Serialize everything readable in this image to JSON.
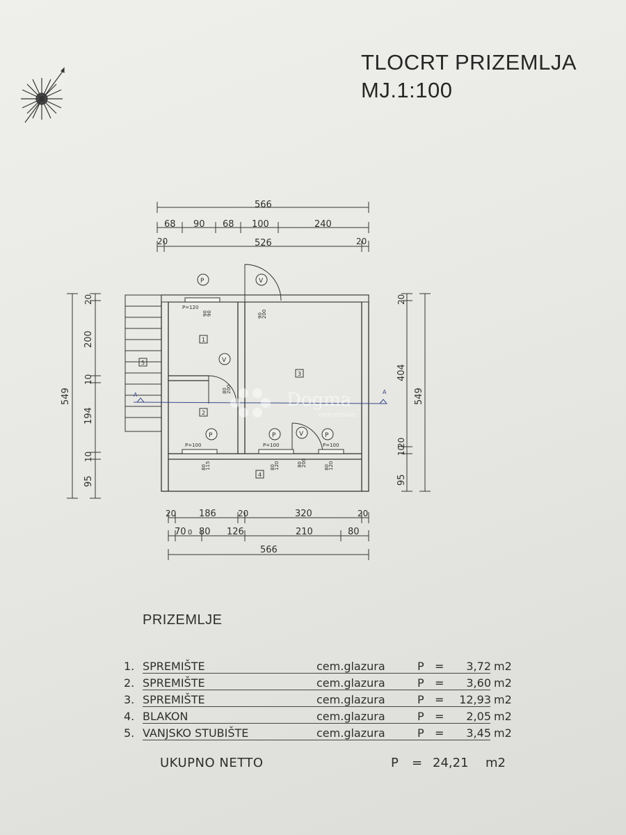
{
  "title": {
    "line1": "TLOCRT PRIZEMLJA",
    "line2": "MJ.1:100"
  },
  "watermark": {
    "brand": "Dogma",
    "sub": "nekretnine"
  },
  "plan": {
    "top_dims": {
      "overall": "566",
      "row2": [
        "68",
        "90",
        "68",
        "100",
        "240"
      ],
      "row3": [
        "20",
        "526",
        "20"
      ]
    },
    "bottom_dims": {
      "row1": [
        "20",
        "186",
        "20",
        "320",
        "20"
      ],
      "row2": [
        "70",
        "0",
        "80",
        "126",
        "210",
        "80"
      ],
      "overall": "566"
    },
    "left_dims": {
      "overall": "549",
      "parts": [
        "20",
        "200",
        "10",
        "194",
        "10",
        "95"
      ]
    },
    "right_dims": {
      "overall": "549",
      "parts": [
        "20",
        "404",
        "10",
        "20",
        "95"
      ]
    },
    "room_tags": [
      "1",
      "2",
      "3",
      "4",
      "5"
    ],
    "section_marker": "A",
    "window_labels": [
      "P=120",
      "P=100",
      "P=100",
      "P=100"
    ],
    "opening_tags": {
      "p": "P",
      "v": "V"
    },
    "opening_sizes": {
      "d1": [
        "90",
        "200"
      ],
      "d2": [
        "80",
        "200"
      ],
      "d3": [
        "80",
        "200"
      ],
      "w1": [
        "80",
        "115"
      ],
      "w2": [
        "80",
        "120"
      ],
      "w3": [
        "80",
        "120"
      ],
      "w4": [
        "90",
        "90"
      ]
    }
  },
  "legend": {
    "heading": "PRIZEMLJE",
    "rooms": [
      {
        "num": "1.",
        "name": "SPREMIŠTE",
        "material": "cem.glazura",
        "p": "P",
        "eq": "=",
        "value": "3,72",
        "unit": "m2"
      },
      {
        "num": "2.",
        "name": "SPREMIŠTE",
        "material": "cem.glazura",
        "p": "P",
        "eq": "=",
        "value": "3,60",
        "unit": "m2"
      },
      {
        "num": "3.",
        "name": "SPREMIŠTE",
        "material": "cem.glazura",
        "p": "P",
        "eq": "=",
        "value": "12,93",
        "unit": "m2"
      },
      {
        "num": "4.",
        "name": "BLAKON",
        "material": "cem.glazura",
        "p": "P",
        "eq": "=",
        "value": "2,05",
        "unit": "m2"
      },
      {
        "num": "5.",
        "name": "VANJSKO STUBIŠTE",
        "material": "cem.glazura",
        "p": "P",
        "eq": "=",
        "value": "3,45",
        "unit": "m2"
      }
    ],
    "total": {
      "label": "UKUPNO NETTO",
      "p": "P",
      "eq": "=",
      "value": "24,21",
      "unit": "m2"
    }
  }
}
